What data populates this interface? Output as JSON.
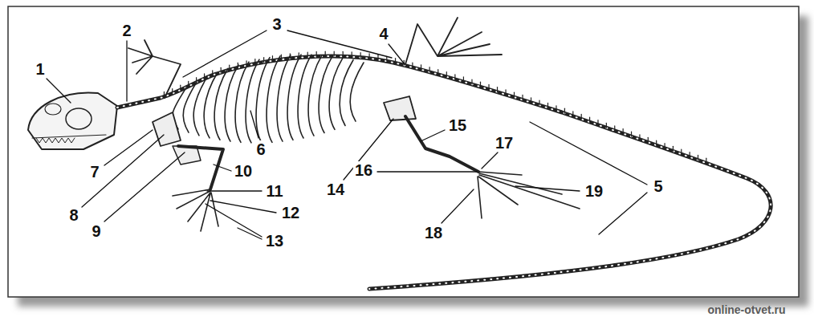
{
  "diagram": {
    "labels": [
      "1",
      "2",
      "3",
      "4",
      "5",
      "6",
      "7",
      "8",
      "9",
      "10",
      "11",
      "12",
      "13",
      "14",
      "15",
      "16",
      "17",
      "18",
      "19",
      "online-otvet.ru"
    ]
  }
}
